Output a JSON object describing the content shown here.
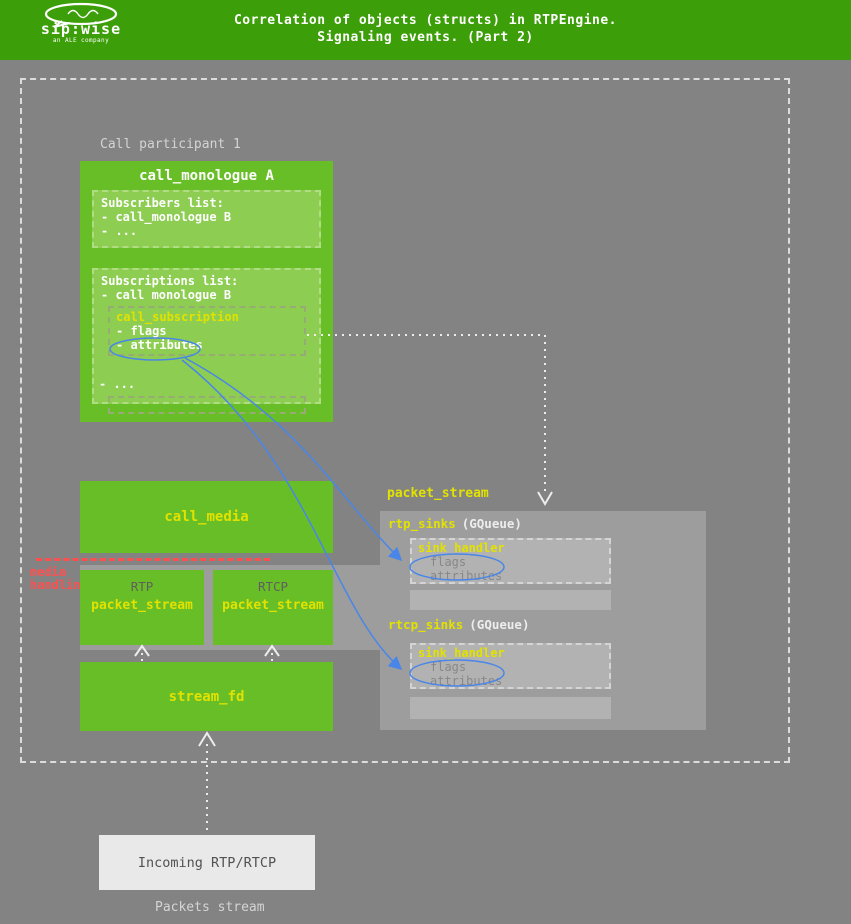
{
  "header": {
    "title_line1": "Correlation of objects (structs) in RTPEngine.",
    "title_line2": "Signaling events. (Part 2)",
    "logo": {
      "text": "sip:wise",
      "subtext": "an ALE company"
    }
  },
  "diagram": {
    "call_participant_label": "Call participant 1",
    "call_monologue": {
      "title": "call_monologue A",
      "subscribers": {
        "title": "Subscribers list:",
        "item_1": "- call_monologue B",
        "item_2": "- ..."
      },
      "subscriptions": {
        "title": "Subscriptions list:",
        "item_1": "- call monologue B",
        "call_subscription": {
          "title": "call_subscription",
          "flags": "- flags",
          "attributes": "- attributes"
        },
        "item_2": "- ..."
      }
    },
    "call_media": {
      "title": "call_media"
    },
    "media_handling": {
      "line1": "media",
      "line2": "handling"
    },
    "rtp_packet_stream": {
      "label": "RTP",
      "title": "packet_stream"
    },
    "rtcp_packet_stream": {
      "label": "RTCP",
      "title": "packet_stream"
    },
    "stream_fd": {
      "title": "stream_fd"
    },
    "packet_stream_panel": {
      "title": "packet_stream",
      "rtp_sinks": {
        "name": "rtp_sinks",
        "type": "(GQueue)",
        "sink_handler": {
          "title": "sink_handler",
          "flags": "flags",
          "attributes": "attributes"
        }
      },
      "rtcp_sinks": {
        "name": "rtcp_sinks",
        "type": "(GQueue)",
        "sink_handler": {
          "title": "sink_handler",
          "flags": "flags",
          "attributes": "attributes"
        }
      }
    },
    "incoming_box": {
      "title": "Incoming RTP/RTCP"
    },
    "packets_stream_label": "Packets stream"
  },
  "colors": {
    "header_green": "#3c9e08",
    "body_gray": "#838383",
    "box_green": "#68be27",
    "inner_green": "#8ccd52",
    "struct_yellow": "#e2e200",
    "media_red": "#ff5050",
    "link_blue": "#4a86e8",
    "panel_gray": "#9d9d9d",
    "inner_gray": "#b2b2b2",
    "incoming_box_bg": "#e9e9e9"
  }
}
